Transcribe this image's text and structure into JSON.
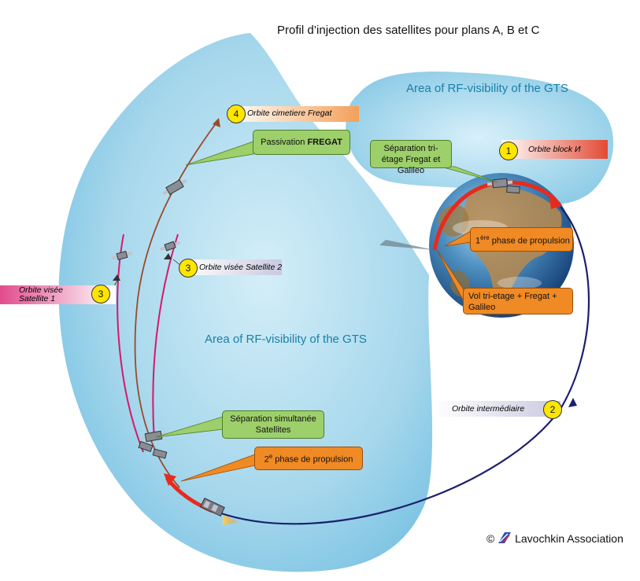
{
  "title": "Profil d’injection des satellites pour plans A, B et C",
  "rf_area_label": "Area of RF-visibility of the GTS",
  "steps": {
    "s1": {
      "num": "1",
      "text": "Orbite block И"
    },
    "s2": {
      "num": "2",
      "text": "Orbite intermédiaire"
    },
    "s3a": {
      "num": "3",
      "text": "Orbite visée Satellite 2"
    },
    "s3b": {
      "num": "3",
      "line1": "Orbite visée",
      "line2": "Satellite 1"
    },
    "s4": {
      "num": "4",
      "text": "Orbite cimetiere Fregat"
    }
  },
  "callouts": {
    "passivation_pre": "Passivation ",
    "passivation_bold": "FREGAT",
    "separation_tri": "Séparation tri-étage Fregat et Galileo",
    "phase1_sup": "ère",
    "phase1_pre": "1",
    "phase1_text": " phase de propulsion",
    "vol_tri": "Vol tri-etage + Fregat + Galileo",
    "separation_sim": "Séparation simultanée Satellites",
    "phase2_pre": "2",
    "phase2_sup": "e",
    "phase2_text": " phase de propulsion"
  },
  "copyright": {
    "symbol": "©",
    "text": "Lavochkin Association"
  },
  "colors": {
    "rf_area": "#a8d8ec",
    "rf_area_dark": "#7cc3e0",
    "burn": "#e62b1e",
    "transfer_orbit": "#1c1f6e",
    "target_orbit": "#d6186a",
    "graveyard_orbit": "#9a4a2a",
    "callout_green": "#9dcf6a",
    "callout_orange": "#f08a24",
    "step_marker": "#ffe600"
  }
}
